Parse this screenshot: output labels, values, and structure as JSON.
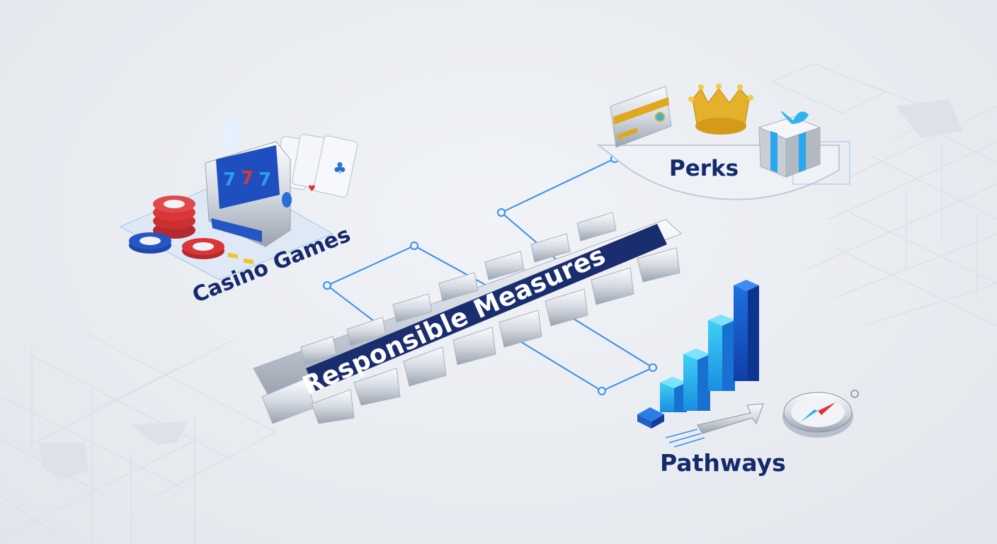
{
  "diagram": {
    "central_node": {
      "label": "Responsible Measures"
    },
    "branches": [
      {
        "id": "casino-games",
        "label": "Casino Games",
        "icons": [
          "slot-machine-icon",
          "poker-chips-icon",
          "playing-cards-icon"
        ]
      },
      {
        "id": "perks",
        "label": "Perks",
        "icons": [
          "credit-card-icon",
          "crown-icon",
          "gift-box-icon"
        ]
      },
      {
        "id": "pathways",
        "label": "Pathways",
        "icons": [
          "bar-chart-icon",
          "growth-arrow-icon",
          "compass-icon"
        ]
      }
    ],
    "slot_reels": [
      "7",
      "7",
      "7"
    ]
  },
  "colors": {
    "background": "#e9ecf1",
    "label_navy": "#142a6b",
    "banner_navy": "#1a2d6e",
    "connector_blue": "#3a8ee8",
    "accent_cyan": "#2bb4f0",
    "gold": "#e0a81e",
    "chip_red": "#d9363a",
    "chip_blue": "#2456c4"
  }
}
